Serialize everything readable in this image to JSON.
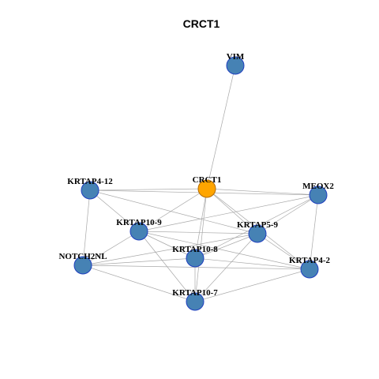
{
  "title": "CRCT1",
  "colors": {
    "node_default": "#4682B4",
    "node_default_border": "#1f3fbf",
    "node_query": "#FFA500",
    "node_query_border": "#b36b00",
    "edge": "#a8a8a8"
  },
  "nodes": [
    {
      "id": "VIM",
      "label": "VIM",
      "query": false
    },
    {
      "id": "CRCT1",
      "label": "CRCT1",
      "query": true
    },
    {
      "id": "KRTAP4-12",
      "label": "KRTAP4-12",
      "query": false
    },
    {
      "id": "MEOX2",
      "label": "MEOX2",
      "query": false
    },
    {
      "id": "KRTAP10-9",
      "label": "KRTAP10-9",
      "query": false
    },
    {
      "id": "KRTAP5-9",
      "label": "KRTAP5-9",
      "query": false
    },
    {
      "id": "KRTAP10-8",
      "label": "KRTAP10-8",
      "query": false
    },
    {
      "id": "NOTCH2NL",
      "label": "NOTCH2NL",
      "query": false
    },
    {
      "id": "KRTAP4-2",
      "label": "KRTAP4-2",
      "query": false
    },
    {
      "id": "KRTAP10-7",
      "label": "KRTAP10-7",
      "query": false
    }
  ],
  "edges": [
    [
      "VIM",
      "CRCT1"
    ],
    [
      "CRCT1",
      "KRTAP4-12"
    ],
    [
      "CRCT1",
      "MEOX2"
    ],
    [
      "CRCT1",
      "KRTAP10-9"
    ],
    [
      "CRCT1",
      "KRTAP5-9"
    ],
    [
      "CRCT1",
      "KRTAP10-8"
    ],
    [
      "CRCT1",
      "KRTAP10-7"
    ],
    [
      "CRCT1",
      "KRTAP4-2"
    ],
    [
      "KRTAP4-12",
      "MEOX2"
    ],
    [
      "KRTAP4-12",
      "KRTAP10-9"
    ],
    [
      "KRTAP4-12",
      "NOTCH2NL"
    ],
    [
      "KRTAP4-12",
      "KRTAP5-9"
    ],
    [
      "MEOX2",
      "KRTAP10-9"
    ],
    [
      "MEOX2",
      "KRTAP5-9"
    ],
    [
      "MEOX2",
      "KRTAP10-8"
    ],
    [
      "MEOX2",
      "KRTAP4-2"
    ],
    [
      "KRTAP10-9",
      "KRTAP5-9"
    ],
    [
      "KRTAP10-9",
      "KRTAP10-8"
    ],
    [
      "KRTAP10-9",
      "NOTCH2NL"
    ],
    [
      "KRTAP10-9",
      "KRTAP4-2"
    ],
    [
      "KRTAP10-9",
      "KRTAP10-7"
    ],
    [
      "KRTAP5-9",
      "KRTAP10-8"
    ],
    [
      "KRTAP5-9",
      "NOTCH2NL"
    ],
    [
      "KRTAP5-9",
      "KRTAP4-2"
    ],
    [
      "KRTAP5-9",
      "KRTAP10-7"
    ],
    [
      "KRTAP10-8",
      "NOTCH2NL"
    ],
    [
      "KRTAP10-8",
      "KRTAP4-2"
    ],
    [
      "KRTAP10-8",
      "KRTAP10-7"
    ],
    [
      "NOTCH2NL",
      "KRTAP4-2"
    ],
    [
      "NOTCH2NL",
      "KRTAP10-7"
    ],
    [
      "KRTAP4-2",
      "KRTAP10-7"
    ]
  ]
}
